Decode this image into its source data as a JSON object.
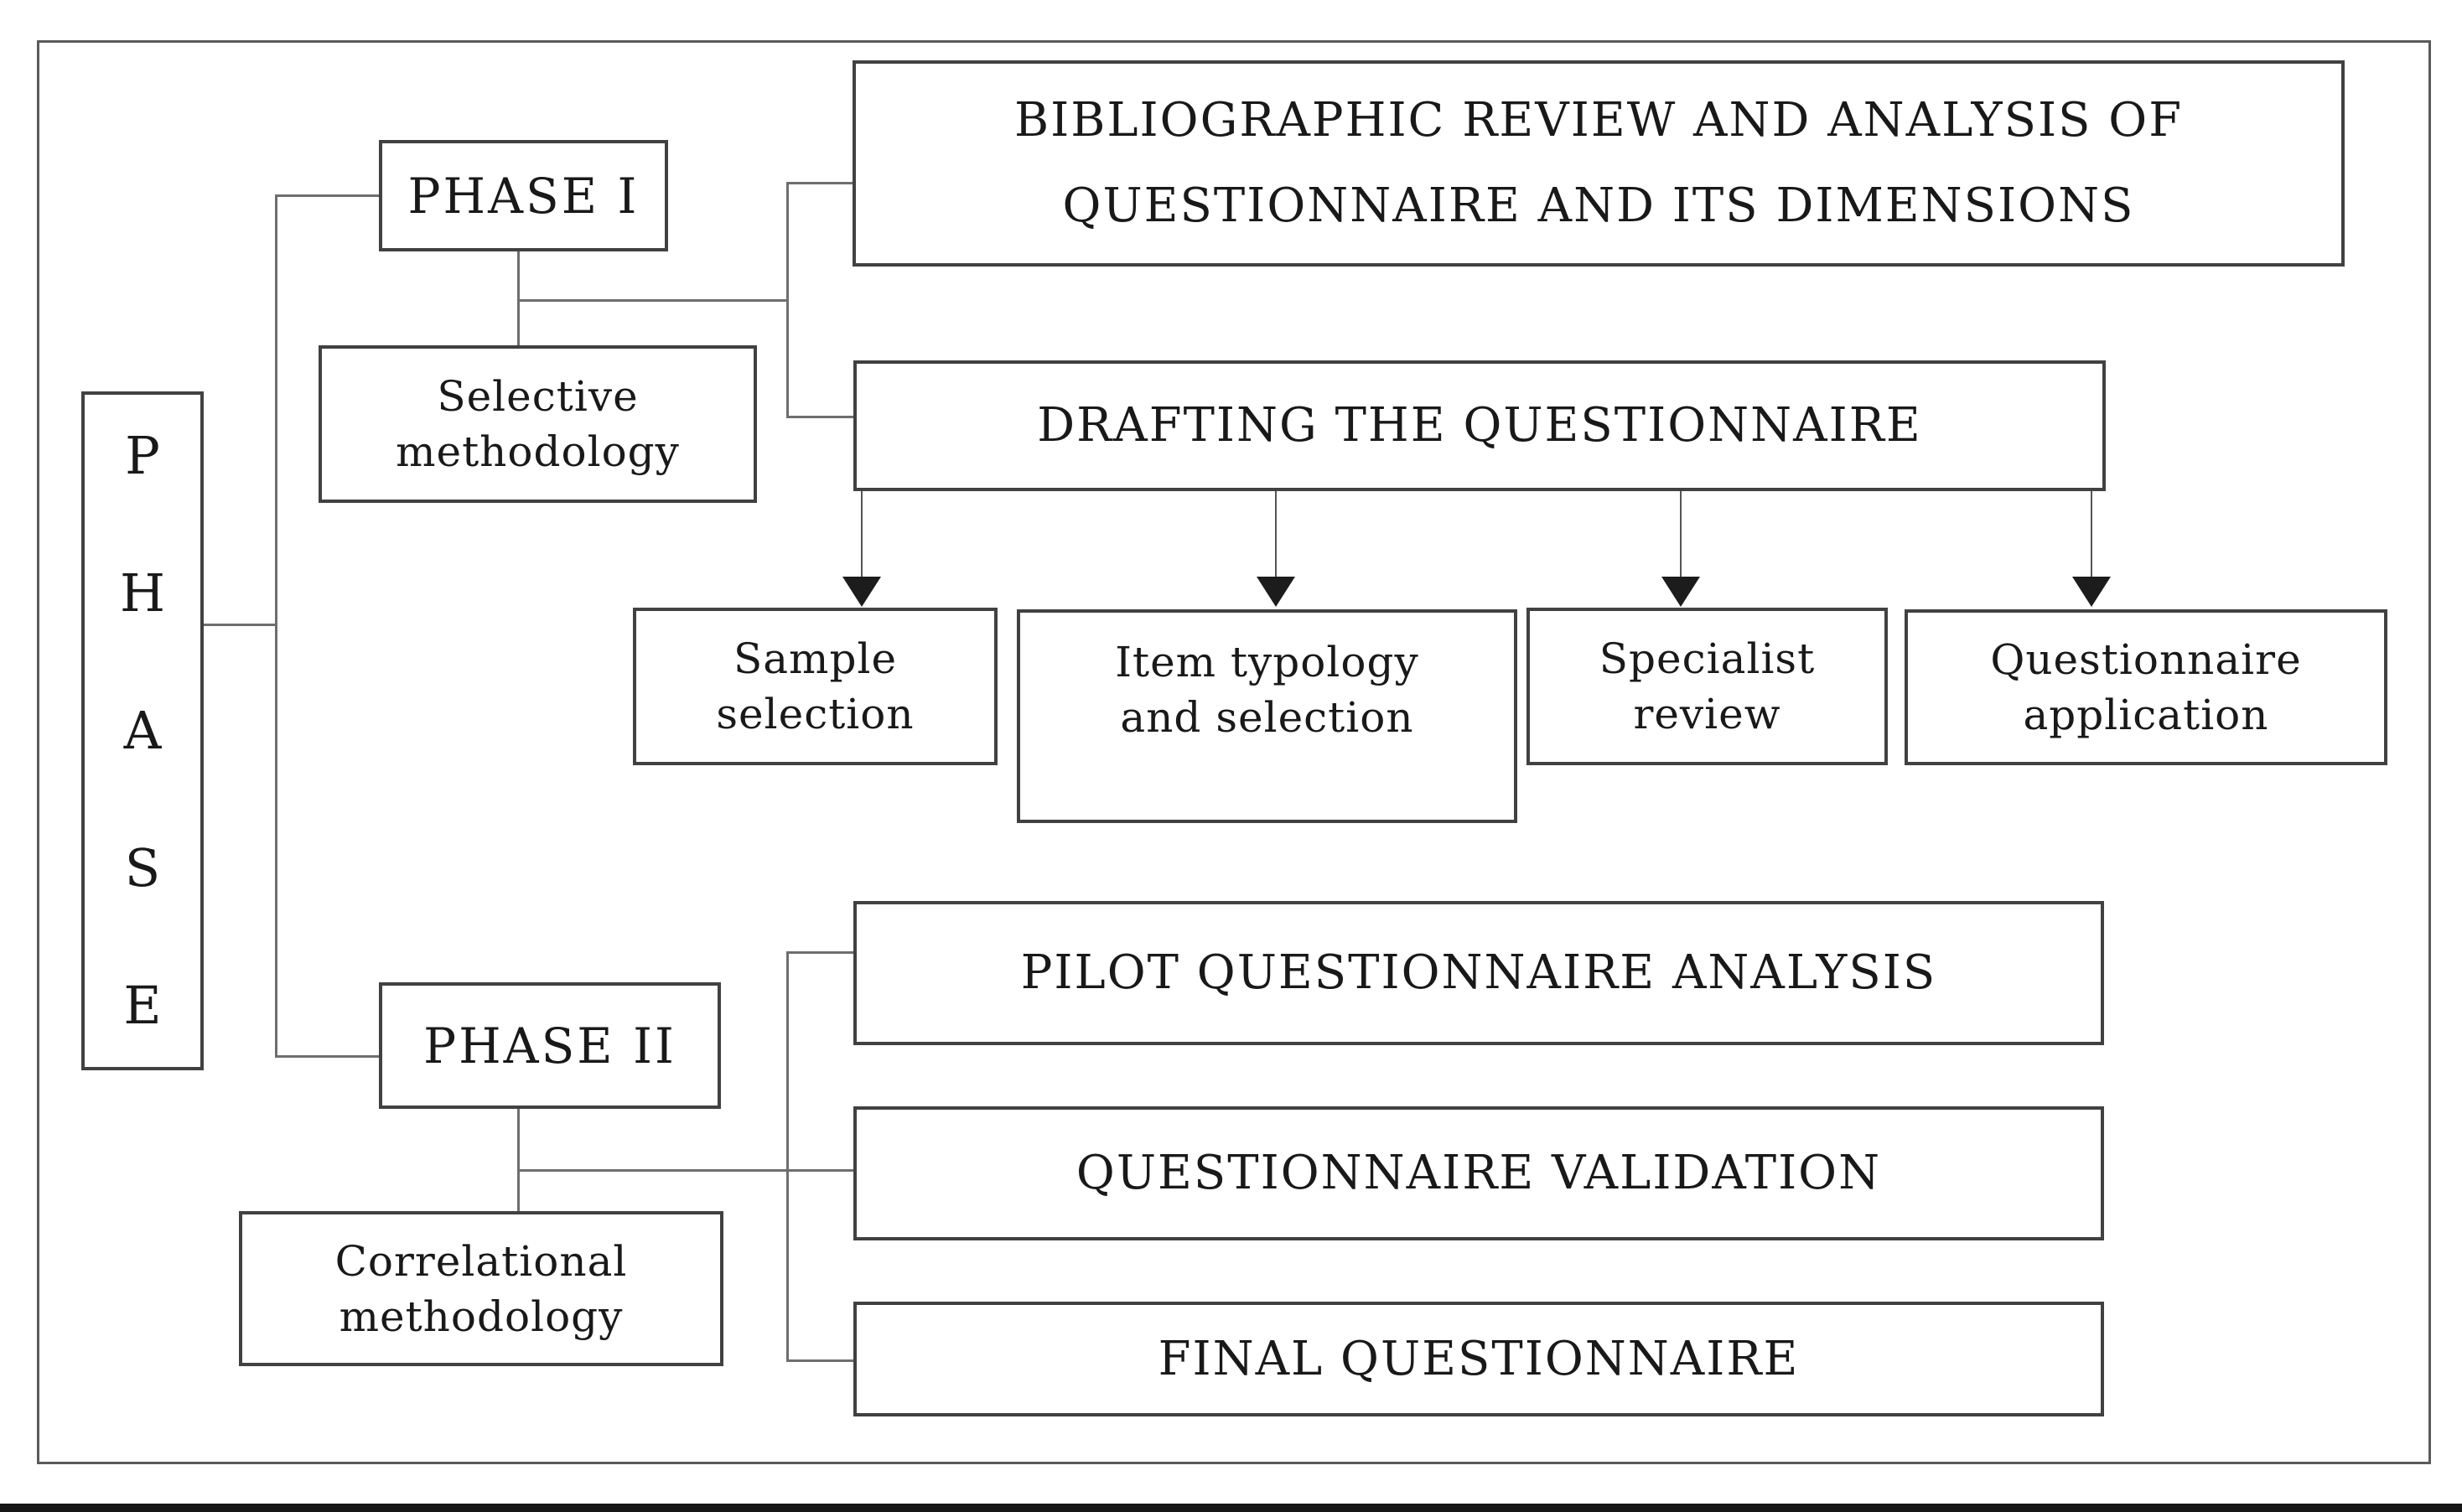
{
  "phase_column": {
    "letters": [
      "P",
      "H",
      "A",
      "S",
      "E"
    ]
  },
  "phase1": {
    "label": "PHASE I",
    "methodology": [
      "Selective",
      "methodology"
    ],
    "bibliographic_review": [
      "BIBLIOGRAPHIC REVIEW AND ANALYSIS OF",
      "QUESTIONNAIRE AND ITS DIMENSIONS"
    ],
    "drafting": "DRAFTING THE QUESTIONNAIRE",
    "steps": [
      [
        "Sample",
        "selection"
      ],
      [
        "Item typology",
        "and selection"
      ],
      [
        "Specialist",
        "review"
      ],
      [
        "Questionnaire",
        "application"
      ]
    ]
  },
  "phase2": {
    "label": "PHASE II",
    "methodology": [
      "Correlational",
      "methodology"
    ],
    "outputs": [
      "PILOT QUESTIONNAIRE ANALYSIS",
      "QUESTIONNAIRE VALIDATION",
      "FINAL QUESTIONNAIRE"
    ]
  },
  "colors": {
    "box_border": "#414141",
    "connector": "#6e6e6e",
    "arrow": "#1c1c1c",
    "text": "#191919",
    "frame": "#5a5a5a",
    "bottom_bar": "#161616"
  }
}
